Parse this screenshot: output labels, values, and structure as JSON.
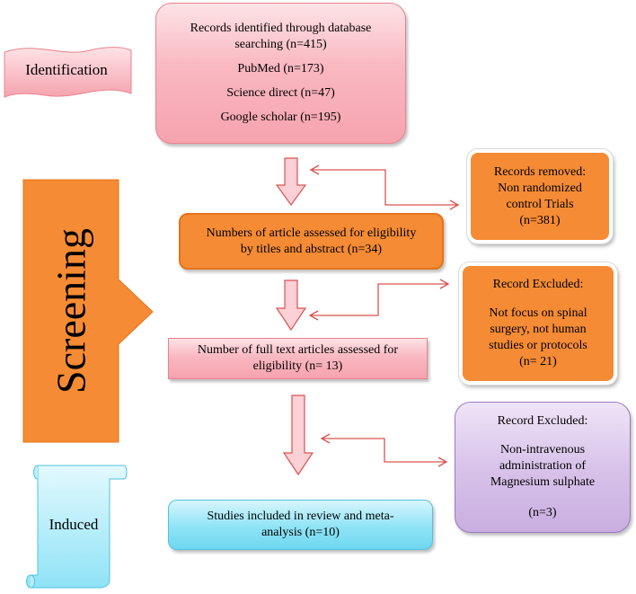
{
  "stages": {
    "identification": "Identification",
    "screening": "Screening",
    "induced": "Induced"
  },
  "identified": {
    "title": "Records identified through database searching (n=415)",
    "sources": [
      "PubMed (n=173)",
      "Science direct (n=47)",
      "Google scholar (n=195)"
    ]
  },
  "assessed_titles": "Numbers of article assessed for eligibility by titles and abstract (n=34)",
  "removed": {
    "heading": "Records removed:",
    "body": "Non randomized control Trials",
    "count": "(n=381)"
  },
  "fulltext": "Number of full text articles assessed for eligibility (n= 13)",
  "excluded_1": {
    "heading": "Record Excluded:",
    "body": "Not focus on spinal surgery, not human studies or protocols",
    "count": "(n= 21)"
  },
  "excluded_2": {
    "heading": "Record Excluded:",
    "body": "Non-intravenous administration of Magnesium sulphate",
    "count": "(n=3)"
  },
  "included": "Studies included in review and meta-analysis (n=10)",
  "colors": {
    "pink": "#f6a3ae",
    "orange": "#f58b34",
    "purple": "#c9aee0",
    "cyan": "#6fd8f0",
    "arrow_red": "#d9534f"
  }
}
